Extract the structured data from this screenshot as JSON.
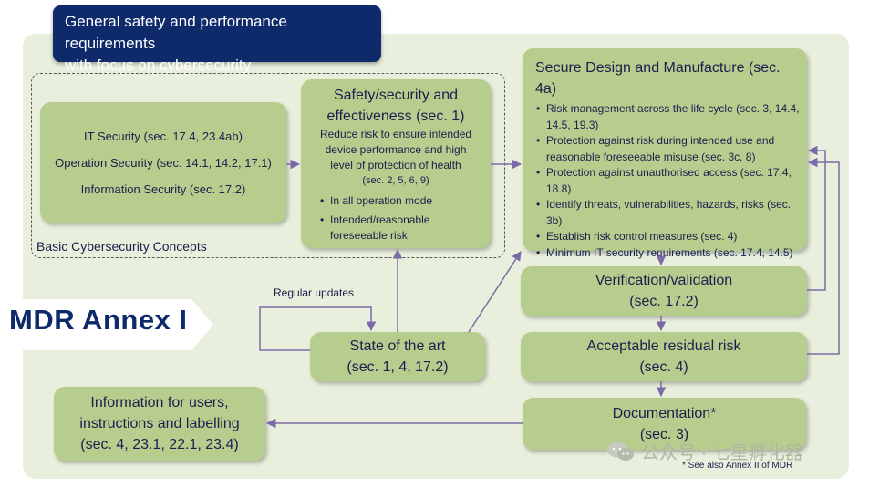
{
  "header": {
    "line1": "General safety and performance requirements",
    "line2": "with focus on cybersecurity"
  },
  "concepts_label": "Basic Cybersecurity Concepts",
  "security_box": {
    "items": [
      "IT Security (sec. 17.4, 23.4ab)",
      "Operation Security (sec. 14.1, 14.2, 17.1)",
      "Information Security (sec. 17.2)"
    ]
  },
  "safety_box": {
    "title1": "Safety/security and",
    "title2": "effectiveness (sec. 1)",
    "desc1": "Reduce risk to ensure intended",
    "desc2": "device performance and high",
    "desc3": "level of protection of health",
    "secs": "(sec. 2, 5, 6, 9)",
    "bullet1": "In all operation mode",
    "bullet2a": "Intended/reasonable",
    "bullet2b": "foreseeable risk"
  },
  "design_box": {
    "title": "Secure Design and Manufacture (sec. 4a)",
    "b1a": "Risk management across the life cycle (sec. 3, 14.4,",
    "b1b": "14.5, 19.3)",
    "b2a": "Protection against risk during intended use and",
    "b2b": "reasonable foreseeable misuse (sec. 3c, 8)",
    "b3a": "Protection against unauthorised access (sec. 17.4,",
    "b3b": "18.8)",
    "b4a": "Identify threats, vulnerabilities, hazards, risks (sec.",
    "b4b": "3b)",
    "b5": "Establish risk control measures (sec. 4)",
    "b6": "Minimum IT security requirements (sec. 17.4, 14.5)"
  },
  "verification": {
    "line1": "Verification/validation",
    "line2": "(sec. 17.2)"
  },
  "residual": {
    "line1": "Acceptable residual risk",
    "line2": "(sec. 4)"
  },
  "documentation": {
    "line1": "Documentation*",
    "line2": "(sec. 3)"
  },
  "state_of_art": {
    "line1": "State of the art",
    "line2": "(sec. 1, 4, 17.2)"
  },
  "information": {
    "line1": "Information for users,",
    "line2": "instructions and  labelling",
    "line3": "(sec. 4, 23.1, 22.1, 23.4)"
  },
  "regular_updates": "Regular updates",
  "mdr_label": "MDR Annex I",
  "footnote": "* See also Annex II of MDR",
  "watermark": "公众号 · 七星孵化器",
  "colors": {
    "box_fill": "#b7cd8e",
    "panel_fill": "#e8efdc",
    "header_fill": "#0f2a6b",
    "arrow": "#7b6aa6"
  }
}
